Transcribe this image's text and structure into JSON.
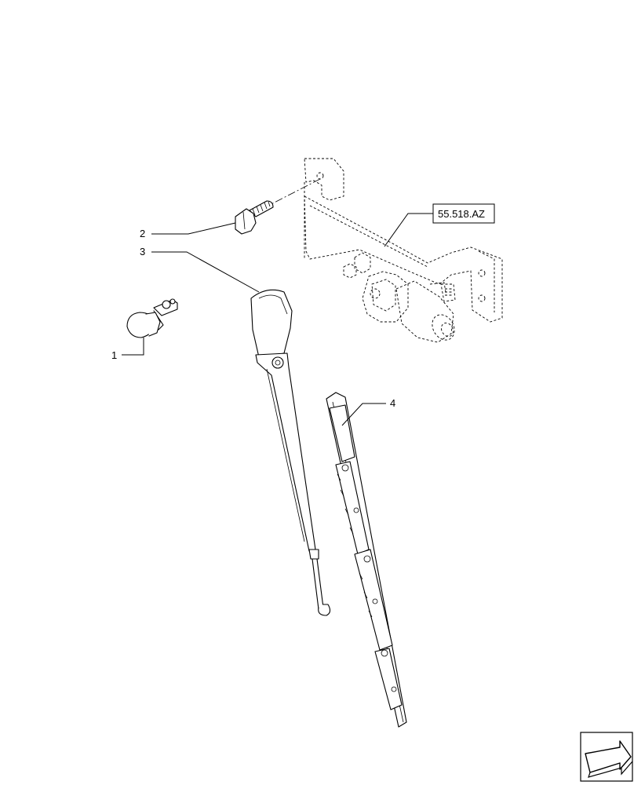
{
  "callouts": [
    {
      "id": "1",
      "label": "1"
    },
    {
      "id": "2",
      "label": "2"
    },
    {
      "id": "3",
      "label": "3"
    },
    {
      "id": "4",
      "label": "4"
    }
  ],
  "reference": {
    "label": "55.518.AZ"
  },
  "icons": {
    "nav": "next-page-arrow-icon"
  }
}
